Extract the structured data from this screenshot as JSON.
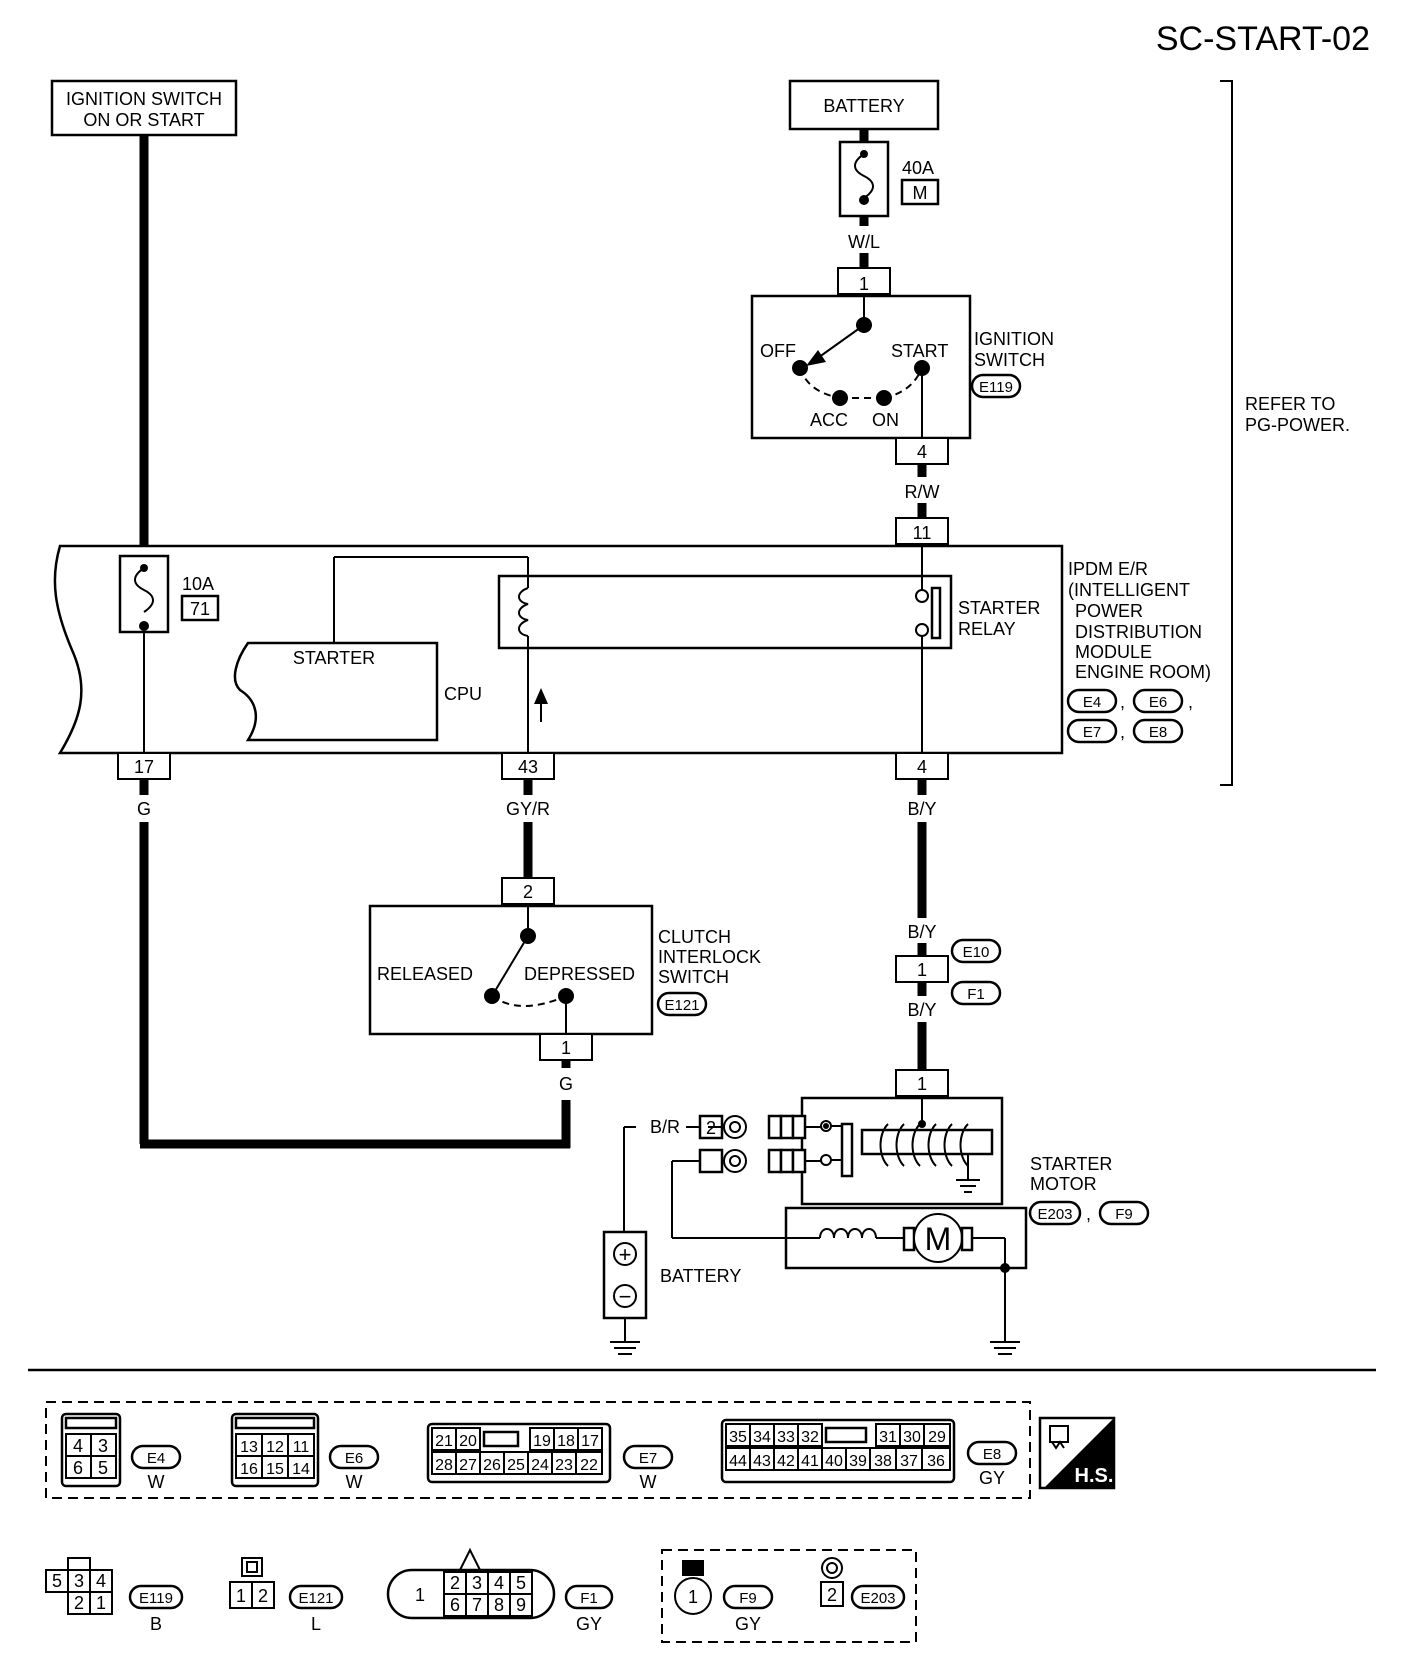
{
  "page_code": "SC-START-02",
  "power": {
    "ign_line1": "IGNITION SWITCH",
    "ign_line2": "ON OR START",
    "battery": "BATTERY",
    "fuse40_amp": "40A",
    "fuse40_id": "M",
    "refer_line1": "REFER TO",
    "refer_line2": "PG-POWER."
  },
  "wires": {
    "wl": "W/L",
    "rw": "R/W",
    "g": "G",
    "gyr": "GY/R",
    "by": "B/Y",
    "br": "B/R"
  },
  "ignition_switch": {
    "name1": "IGNITION",
    "name2": "SWITCH",
    "connector": "E119",
    "off": "OFF",
    "start": "START",
    "acc": "ACC",
    "on": "ON",
    "pin_in": "1",
    "pin_out": "4"
  },
  "ipdm": {
    "name1": "IPDM E/R",
    "name2": "(INTELLIGENT",
    "name3": "POWER",
    "name4": "DISTRIBUTION",
    "name5": "MODULE",
    "name6": "ENGINE ROOM)",
    "connectors": [
      "E4",
      "E6",
      "E7",
      "E8"
    ],
    "fuse10_amp": "10A",
    "fuse10_id": "71",
    "starter": "STARTER",
    "cpu": "CPU",
    "relay1": "STARTER",
    "relay2": "RELAY",
    "pin_top": "11",
    "pin17": "17",
    "pin43": "43",
    "pin4": "4"
  },
  "clutch": {
    "name1": "CLUTCH",
    "name2": "INTERLOCK",
    "name3": "SWITCH",
    "connector": "E121",
    "released": "RELEASED",
    "depressed": "DEPRESSED",
    "pin_top": "2",
    "pin_bottom": "1"
  },
  "joint": {
    "c1": "E10",
    "c2": "F1",
    "pin": "1"
  },
  "starter_motor": {
    "name1": "STARTER",
    "name2": "MOTOR",
    "c1": "E203",
    "c2": "F9",
    "pin_top": "1",
    "pin_br": "2",
    "motor": "M"
  },
  "battery2": {
    "label": "BATTERY",
    "plus": "+",
    "minus": "−"
  },
  "connector_views": {
    "e4": {
      "pins_top": [
        "4",
        "3"
      ],
      "pins_bottom": [
        "6",
        "5"
      ],
      "id": "E4",
      "color": "W"
    },
    "e6": {
      "pins_top": [
        "13",
        "12",
        "11"
      ],
      "pins_bottom": [
        "16",
        "15",
        "14"
      ],
      "id": "E6",
      "color": "W"
    },
    "e7": {
      "pins_top": [
        "21",
        "20",
        "19",
        "18",
        "17"
      ],
      "pins_bottom": [
        "28",
        "27",
        "26",
        "25",
        "24",
        "23",
        "22"
      ],
      "id": "E7",
      "color": "W"
    },
    "e8": {
      "pins_top": [
        "35",
        "34",
        "33",
        "32",
        "31",
        "30",
        "29"
      ],
      "pins_bottom": [
        "44",
        "43",
        "42",
        "41",
        "40",
        "39",
        "38",
        "37",
        "36"
      ],
      "id": "E8",
      "color": "GY"
    },
    "hs": "H.S.",
    "e119": {
      "pins_top": [
        "5",
        "3",
        "4"
      ],
      "pins_bottom": [
        "2",
        "1"
      ],
      "id": "E119",
      "color": "B"
    },
    "e121": {
      "pins": [
        "1",
        "2"
      ],
      "id": "E121",
      "color": "L"
    },
    "f1": {
      "pin_left": "1",
      "pins_top": [
        "2",
        "3",
        "4",
        "5"
      ],
      "pins_bottom": [
        "6",
        "7",
        "8",
        "9"
      ],
      "id": "F1",
      "color": "GY"
    },
    "f9": {
      "pin": "1",
      "id": "F9",
      "color": "GY"
    },
    "e203": {
      "pin": "2",
      "id": "E203"
    }
  }
}
